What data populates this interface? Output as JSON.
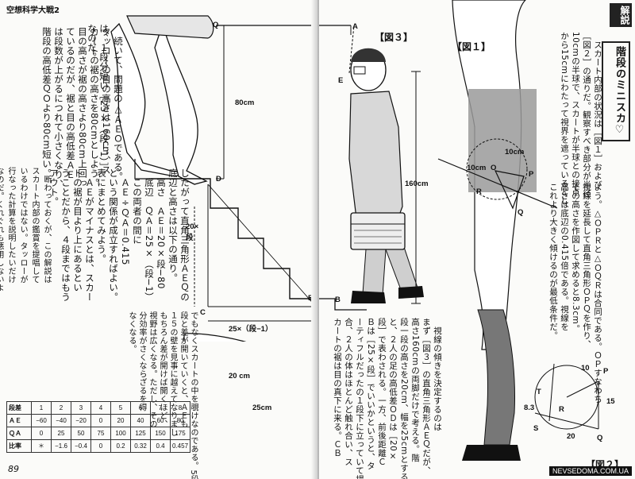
{
  "left_page": {
    "header": "空想科学大戦2",
    "page_number": "89",
    "col1": "は、１段分短い［25×（段−1）］\nなのだ。",
    "col2": "　続いて、問題の△ＡＥＯである。\nタッローの目の高さは160cm、ス\nカートの裾の高さを80cmとしよう。\n目の高さが裾の高さより80cm上回っ\nているのだが、裾と目の高低差ＡＥ\nは段数が上がるにつれて小さくなり、\n階段の高低差ＱＯより80cm短い。",
    "col3": "したがって直角三角形ＡＥＱの\n底辺と高さは以下の通り。\n　高さ　ＡＥ＝20×段−80\n　底辺　ＱＡ＝25×（段−1）\n　この両者の間に\n　ＡＥ÷ＱＡ＝0.415\nという関係が成立すればよい。\n表にまとめてみよう。\n　ＡＥがマイナスとは、スカー\nトの裾が目より上にあるとい\nうことだから、４段まではもう\nアウト。",
    "col4": "　断わっておくが、この解説は\nスカート内部の鑑賞を提唱して\nいるわけではない。タッローが\n行なった計算を説明したいだけ\nなのだ。くれぐれも悪用しないよ\nうに。",
    "col5": "でもなくスカートの中を覗けなのである。5段、6\n段と差が開いていくと、ＡＥも\n１５の壁を見事に越えてなりまし\nもちろん差が開けば開くほど、\n視野は広くなる。ただし、その\n分効率がさくならざるを得\nなくなる。",
    "fig_labels": {
      "Q": "Q",
      "D": "D",
      "C": "C",
      "B": "B",
      "h80": "80cm",
      "steps": "20×\n段",
      "base": "25×（段−1）",
      "step_h": "20 cm",
      "step_w": "25cm"
    },
    "table": {
      "headers": [
        "段差",
        "1",
        "2",
        "3",
        "4",
        "5",
        "6",
        "7",
        "8"
      ],
      "rows": [
        [
          "ＡＥ",
          "−60",
          "−40",
          "−20",
          "0",
          "20",
          "40",
          "60",
          "80"
        ],
        [
          "ＱＡ",
          "0",
          "25",
          "50",
          "75",
          "100",
          "125",
          "150",
          "175"
        ],
        [
          "比率",
          "＊",
          "−1.6",
          "−0.4",
          "0",
          "0.2",
          "0.32",
          "0.4",
          "0.457"
        ]
      ]
    }
  },
  "right_page": {
    "fig3_title": "【図３】",
    "fig1_title": "【図１】",
    "fig2_title": "【図２】",
    "section_tag": "解説",
    "section_title": "階段のミニスカ♡",
    "col1": "　スカート内部の状況は［図１］および\n［図２］の通りだ。観察すべき部分が半径\n10cmの半球で、スカートが半球との接点\nから15cmにわたって視界を遮っているとし",
    "col2": "よう。△ＯＰＲと△ＯＱＲは合同である。ＯＰすなわち\n視線を延長して直角三角形ＯＰＱを作り、\nその高さを作図して求めると8.3cm。\n高さは底辺の0.415倍である。視線を\nこれより大きく傾けるのが最低条件だ。",
    "col3": "　視線の傾きを決定するのは\nまず［図３］の直角三角形ＡＥＱだが、\n高さ160cmの両脚だけで考える。階\n段一段の高さを20cm、幅を25cmとする\nと、２人の足の高低差ＯＤは［20×\n段］で表わされる。一方、前後距離Ｃ\nＢは［25×段］でいいかというと、タ\nーティフルだったの１段下に立っていて場\n合、２人の体はほとんど触れ合い、ス\nカートの裾は目の真下に来る。ＣＢ",
    "fig_labels": {
      "A": "A",
      "E": "E",
      "B": "B",
      "h160": "160cm",
      "O": "O",
      "P": "P",
      "R": "R",
      "Q": "Q",
      "r10": "10cm",
      "r10b": "10cm",
      "f2_T": "T",
      "f2_S": "S",
      "f2_R": "R",
      "f2_Q": "Q",
      "f2_P": "P",
      "f2_10": "10",
      "f2_15": "15",
      "f2_20": "20",
      "f2_83": "8.3"
    },
    "watermark": "NEVSEDOMA.COM.UA"
  }
}
